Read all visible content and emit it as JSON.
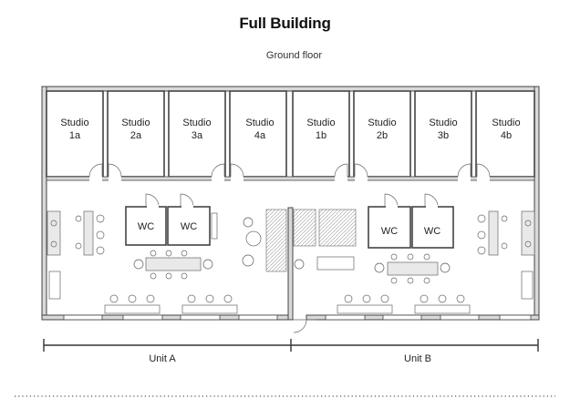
{
  "header": {
    "title": "Full Building",
    "subtitle": "Ground floor"
  },
  "studios": [
    {
      "line1": "Studio",
      "line2": "1a"
    },
    {
      "line1": "Studio",
      "line2": "2a"
    },
    {
      "line1": "Studio",
      "line2": "3a"
    },
    {
      "line1": "Studio",
      "line2": "4a"
    },
    {
      "line1": "Studio",
      "line2": "1b"
    },
    {
      "line1": "Studio",
      "line2": "2b"
    },
    {
      "line1": "Studio",
      "line2": "3b"
    },
    {
      "line1": "Studio",
      "line2": "4b"
    }
  ],
  "wc": [
    "WC",
    "WC",
    "WC",
    "WC"
  ],
  "units": [
    "Unit A",
    "Unit B"
  ]
}
